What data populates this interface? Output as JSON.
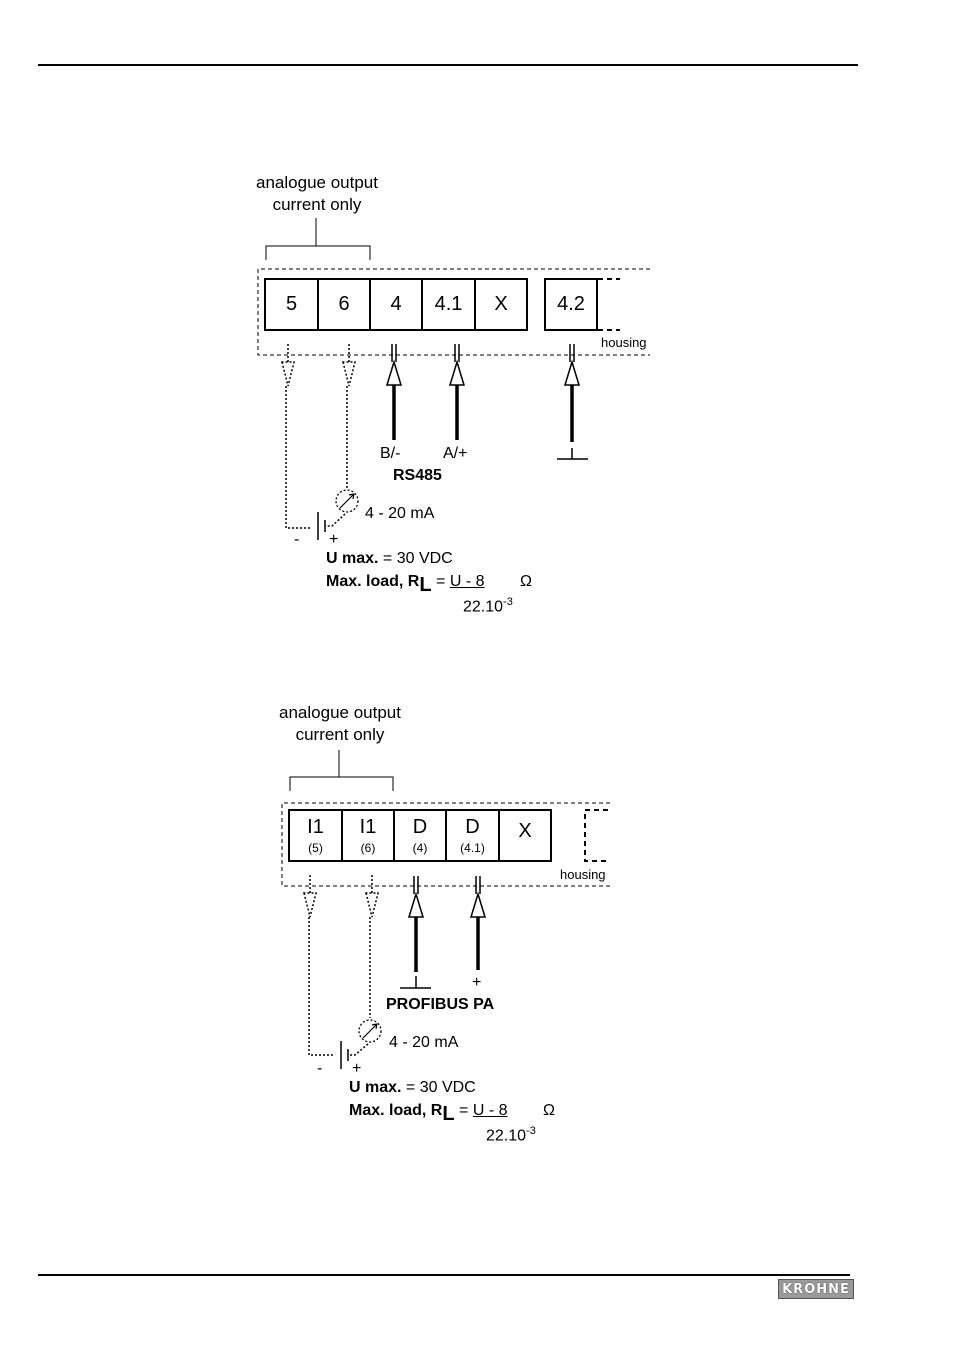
{
  "logo": {
    "text": "KROHNE"
  },
  "diagram_top": {
    "caption_line1": "analogue output",
    "caption_line2": "current only",
    "terminals": [
      "5",
      "6",
      "4",
      "4.1",
      "X"
    ],
    "terminal_separate": "4.2",
    "housing_label": "housing",
    "bus_minus": "B/-",
    "bus_plus": "A/+",
    "bus_name": "RS485",
    "current_range": "4 - 20 mA",
    "minus_sign": "-",
    "plus_sign": "+",
    "umax_label": "U max.",
    "umax_value": " = 30 VDC",
    "load_label": "Max. load, R",
    "load_sub": "L",
    "load_eq": " = ",
    "load_num": "U - 8",
    "load_den": "22.10",
    "load_exp": "-3",
    "load_unit": "Ω"
  },
  "diagram_bottom": {
    "caption_line1": "analogue output",
    "caption_line2": "current only",
    "terminals": [
      {
        "main": "I1",
        "sub": "(5)"
      },
      {
        "main": "I1",
        "sub": "(6)"
      },
      {
        "main": "D",
        "sub": "(4)"
      },
      {
        "main": "D",
        "sub": "(4.1)"
      },
      {
        "main": "X",
        "sub": ""
      }
    ],
    "housing_label": "housing",
    "bus_plus": "+",
    "bus_name": "PROFIBUS PA",
    "current_range": "4 - 20 mA",
    "minus_sign": "-",
    "plus_sign": "+",
    "umax_label": "U max.",
    "umax_value": " = 30 VDC",
    "load_label": "Max. load, R",
    "load_sub": "L",
    "load_eq": " = ",
    "load_num": "U - 8",
    "load_den": "22.10",
    "load_exp": "-3",
    "load_unit": "Ω"
  }
}
